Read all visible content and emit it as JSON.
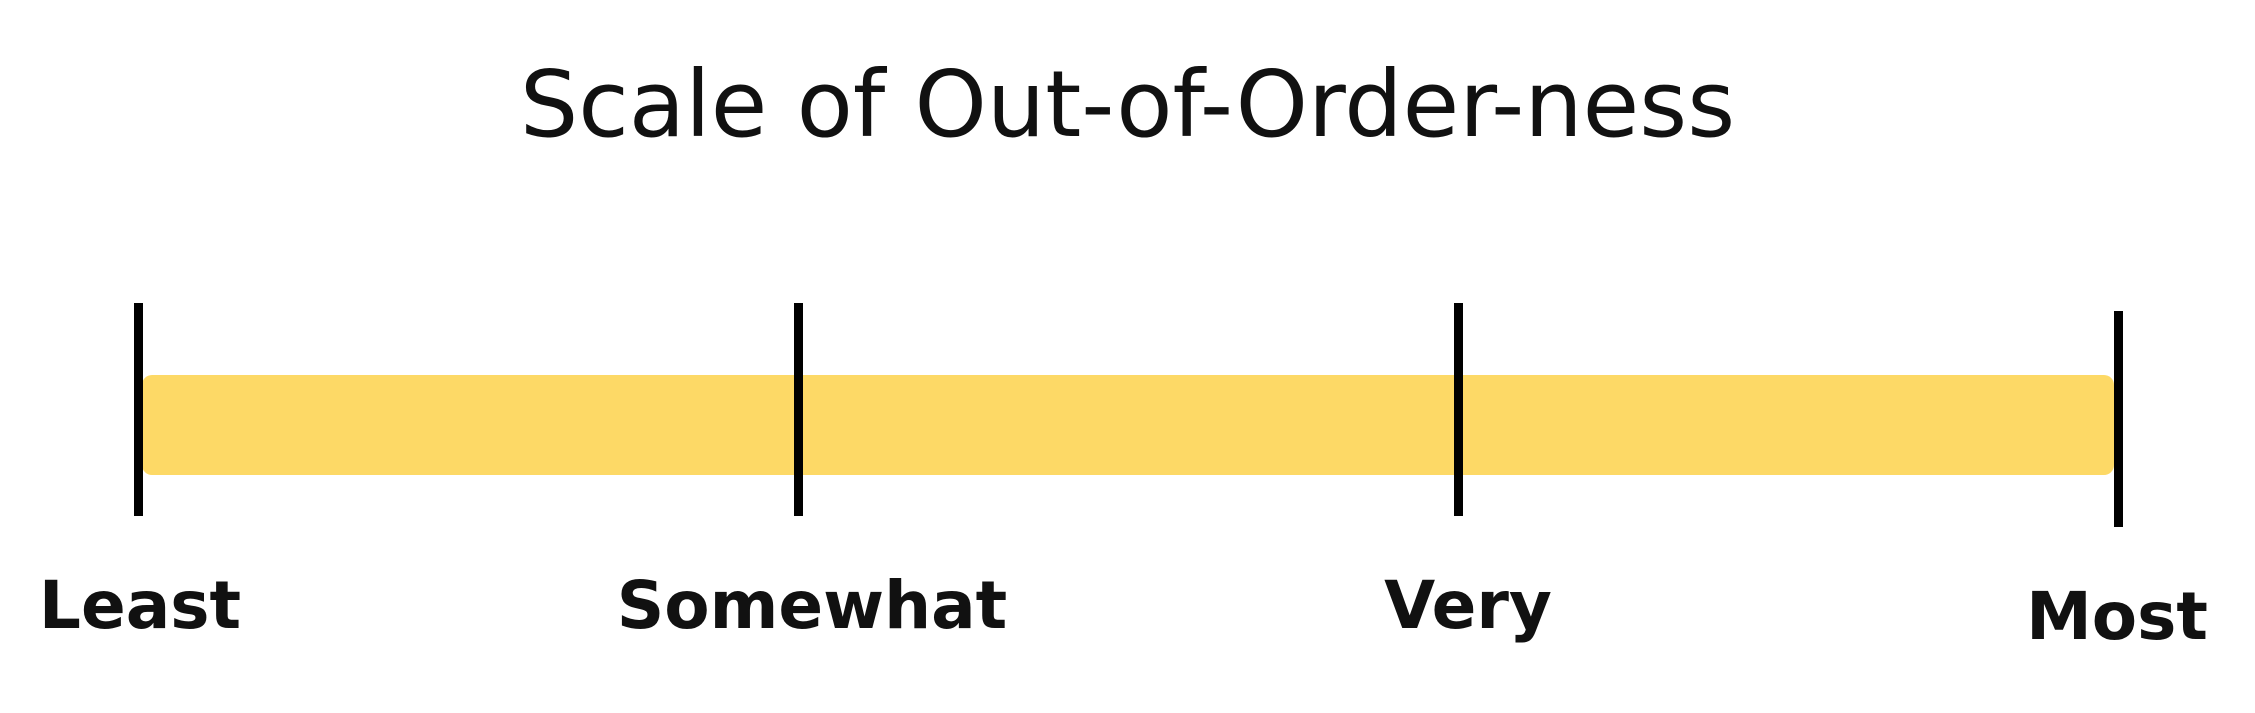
{
  "title": "Scale of Out-of-Order-ness",
  "scale": {
    "bar_color": "#FDD966",
    "tick_color": "#000000",
    "labels": [
      "Least",
      "Somewhat",
      "Very",
      "Most"
    ]
  }
}
